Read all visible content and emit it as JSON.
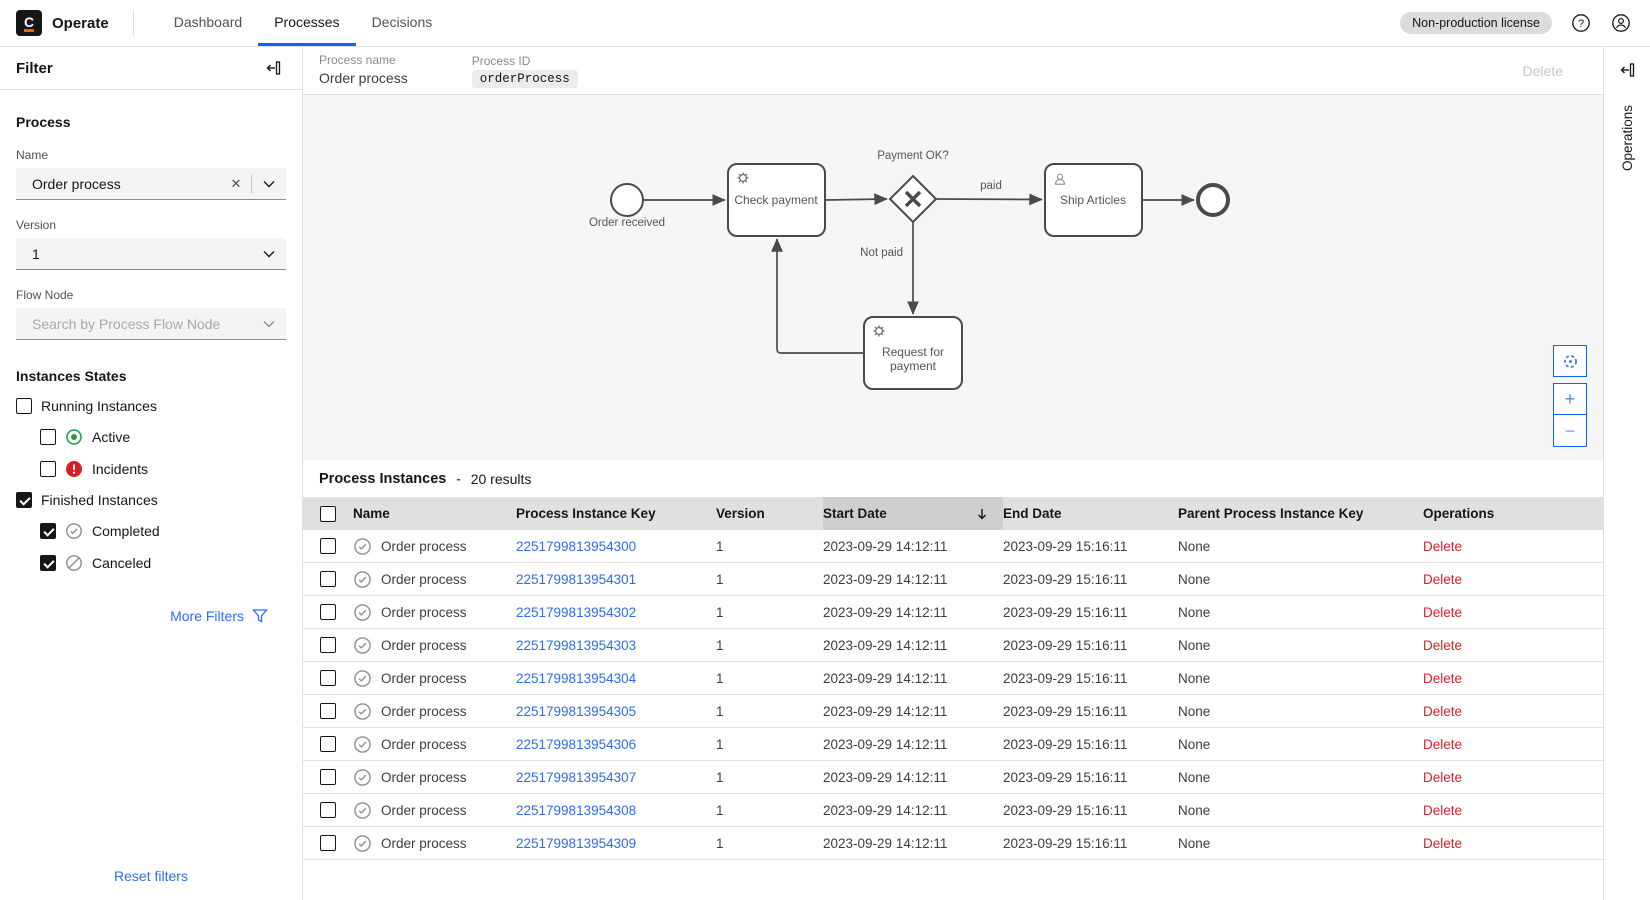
{
  "nav": {
    "logo_letter": "C",
    "brand": "Operate",
    "tabs": [
      {
        "label": "Dashboard",
        "active": false
      },
      {
        "label": "Processes",
        "active": true
      },
      {
        "label": "Decisions",
        "active": false
      }
    ],
    "license_badge": "Non-production license"
  },
  "filter_panel": {
    "title": "Filter",
    "process_section": {
      "title": "Process",
      "name_label": "Name",
      "name_value": "Order process",
      "version_label": "Version",
      "version_value": "1",
      "flow_node_label": "Flow Node",
      "flow_node_placeholder": "Search by Process Flow Node"
    },
    "instances_states": {
      "title": "Instances States",
      "items": [
        {
          "label": "Running Instances",
          "checked": false,
          "icon": "none"
        },
        {
          "label": "Active",
          "checked": false,
          "icon": "active"
        },
        {
          "label": "Incidents",
          "checked": false,
          "icon": "incident"
        },
        {
          "label": "Finished Instances",
          "checked": true,
          "icon": "none"
        },
        {
          "label": "Completed",
          "checked": true,
          "icon": "completed"
        },
        {
          "label": "Canceled",
          "checked": true,
          "icon": "canceled"
        }
      ]
    },
    "more_filters_label": "More Filters",
    "reset_filters_label": "Reset filters"
  },
  "process_header": {
    "name_label": "Process name",
    "name_value": "Order process",
    "id_label": "Process ID",
    "id_value": "orderProcess",
    "delete_label": "Delete"
  },
  "diagram": {
    "start_event": "Order received",
    "task_check": "Check payment",
    "gateway_label": "Payment OK?",
    "flow_paid": "paid",
    "flow_not_paid": "Not paid",
    "task_ship": "Ship Articles",
    "task_request_line1": "Request for",
    "task_request_line2": "payment"
  },
  "operations_panel": {
    "title": "Operations"
  },
  "instances": {
    "title": "Process Instances",
    "separator": "-",
    "results": "20 results",
    "columns": [
      "Name",
      "Process Instance Key",
      "Version",
      "Start Date",
      "End Date",
      "Parent Process Instance Key",
      "Operations"
    ],
    "rows": [
      {
        "name": "Order process",
        "key": "2251799813954300",
        "version": "1",
        "start": "2023-09-29 14:12:11",
        "end": "2023-09-29 15:16:11",
        "parent": "None",
        "op": "Delete"
      },
      {
        "name": "Order process",
        "key": "2251799813954301",
        "version": "1",
        "start": "2023-09-29 14:12:11",
        "end": "2023-09-29 15:16:11",
        "parent": "None",
        "op": "Delete"
      },
      {
        "name": "Order process",
        "key": "2251799813954302",
        "version": "1",
        "start": "2023-09-29 14:12:11",
        "end": "2023-09-29 15:16:11",
        "parent": "None",
        "op": "Delete"
      },
      {
        "name": "Order process",
        "key": "2251799813954303",
        "version": "1",
        "start": "2023-09-29 14:12:11",
        "end": "2023-09-29 15:16:11",
        "parent": "None",
        "op": "Delete"
      },
      {
        "name": "Order process",
        "key": "2251799813954304",
        "version": "1",
        "start": "2023-09-29 14:12:11",
        "end": "2023-09-29 15:16:11",
        "parent": "None",
        "op": "Delete"
      },
      {
        "name": "Order process",
        "key": "2251799813954305",
        "version": "1",
        "start": "2023-09-29 14:12:11",
        "end": "2023-09-29 15:16:11",
        "parent": "None",
        "op": "Delete"
      },
      {
        "name": "Order process",
        "key": "2251799813954306",
        "version": "1",
        "start": "2023-09-29 14:12:11",
        "end": "2023-09-29 15:16:11",
        "parent": "None",
        "op": "Delete"
      },
      {
        "name": "Order process",
        "key": "2251799813954307",
        "version": "1",
        "start": "2023-09-29 14:12:11",
        "end": "2023-09-29 15:16:11",
        "parent": "None",
        "op": "Delete"
      },
      {
        "name": "Order process",
        "key": "2251799813954308",
        "version": "1",
        "start": "2023-09-29 14:12:11",
        "end": "2023-09-29 15:16:11",
        "parent": "None",
        "op": "Delete"
      },
      {
        "name": "Order process",
        "key": "2251799813954309",
        "version": "1",
        "start": "2023-09-29 14:12:11",
        "end": "2023-09-29 15:16:11",
        "parent": "None",
        "op": "Delete"
      }
    ],
    "colors": {
      "link": "#2f6ceb",
      "delete": "#da1e28",
      "accent": "#0f62fe"
    }
  }
}
